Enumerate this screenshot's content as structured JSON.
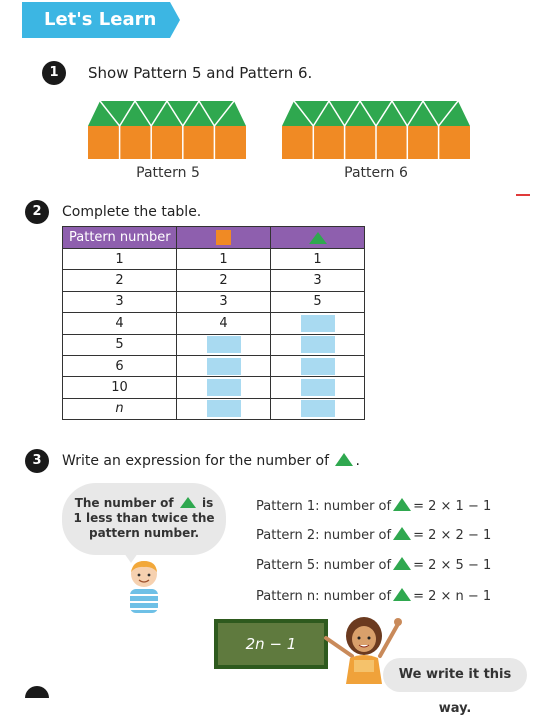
{
  "banner": {
    "title": "Let's Learn"
  },
  "q1": {
    "number": "1",
    "text": "Show Pattern 5 and Pattern 6.",
    "pattern5_label": "Pattern 5",
    "pattern6_label": "Pattern 6"
  },
  "q2": {
    "number": "2",
    "text": "Complete the table.",
    "table": {
      "header": "Pattern number",
      "rows": [
        {
          "n": "1",
          "squares": "1",
          "triangles": "1"
        },
        {
          "n": "2",
          "squares": "2",
          "triangles": "3"
        },
        {
          "n": "3",
          "squares": "3",
          "triangles": "5"
        },
        {
          "n": "4",
          "squares": "4",
          "triangles": ""
        },
        {
          "n": "5",
          "squares": "",
          "triangles": ""
        },
        {
          "n": "6",
          "squares": "",
          "triangles": ""
        },
        {
          "n": "10",
          "squares": "",
          "triangles": ""
        },
        {
          "n": "n",
          "squares": "",
          "triangles": ""
        }
      ]
    }
  },
  "q3": {
    "number": "3",
    "text_before": "Write an expression for the number of",
    "text_after": ".",
    "bubble": {
      "pre": "The number of",
      "post": "is",
      "line2": "1 less than twice the",
      "line3": "pattern number."
    },
    "equations": [
      {
        "lead": "Pattern 1: number of",
        "rhs": "= 2 × 1 − 1"
      },
      {
        "lead": "Pattern 2: number of",
        "rhs": "= 2 × 2 − 1"
      },
      {
        "lead": "Pattern 5: number of",
        "rhs": "= 2 × 5 − 1"
      },
      {
        "lead": "Pattern n: number of",
        "rhs": "= 2 × n − 1"
      }
    ],
    "chalkboard": "2n − 1",
    "bubble2": "We write it this way."
  },
  "colors": {
    "banner": "#3cb6e3",
    "square": "#f08a24",
    "triangle": "#2fa84f",
    "header": "#8e5fae",
    "blank": "#a9daf1"
  }
}
